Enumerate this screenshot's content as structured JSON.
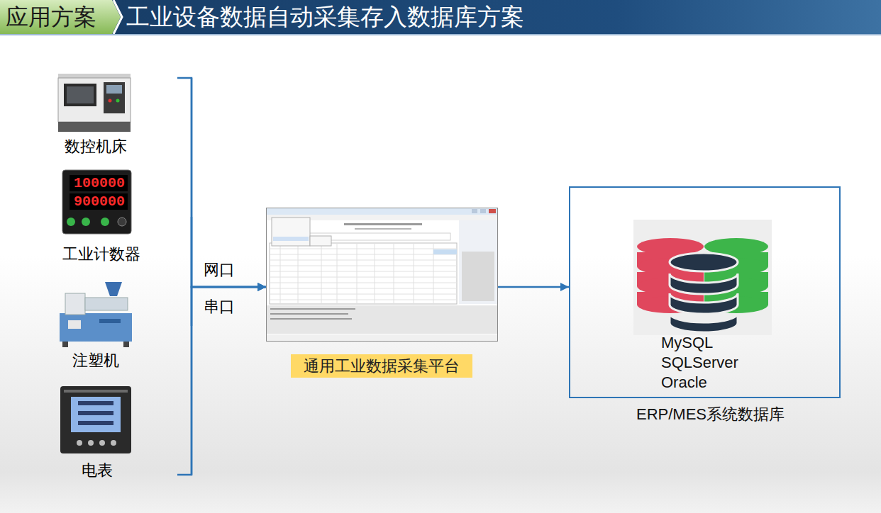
{
  "diagram": {
    "title": "工业设备数据自动采集存入数据库方案",
    "nodes": [
      {
        "text": [
          "数控机床"
        ]
      },
      {
        "text": [
          "工业计数器"
        ]
      },
      {
        "text": [
          "注塑机"
        ]
      },
      {
        "text": [
          "电表"
        ]
      },
      {
        "text": [
          "通用工业数据采集平台"
        ]
      },
      {
        "text": [
          "MySQL",
          "SQLServer",
          "Oracle",
          "ERP/MES系统数据库"
        ]
      }
    ],
    "edges": [
      {
        "from": 0,
        "to": 4,
        "arrow": "to"
      },
      {
        "from": 1,
        "to": 4,
        "arrow": "to"
      },
      {
        "from": 2,
        "to": 4,
        "arrow": "to"
      },
      {
        "from": 3,
        "to": 4,
        "arrow": "to"
      },
      {
        "from": 4,
        "to": 5,
        "arrow": "to"
      }
    ],
    "labels": [
      "应用方案",
      "网口",
      "串口",
      "100000",
      "900000"
    ]
  }
}
